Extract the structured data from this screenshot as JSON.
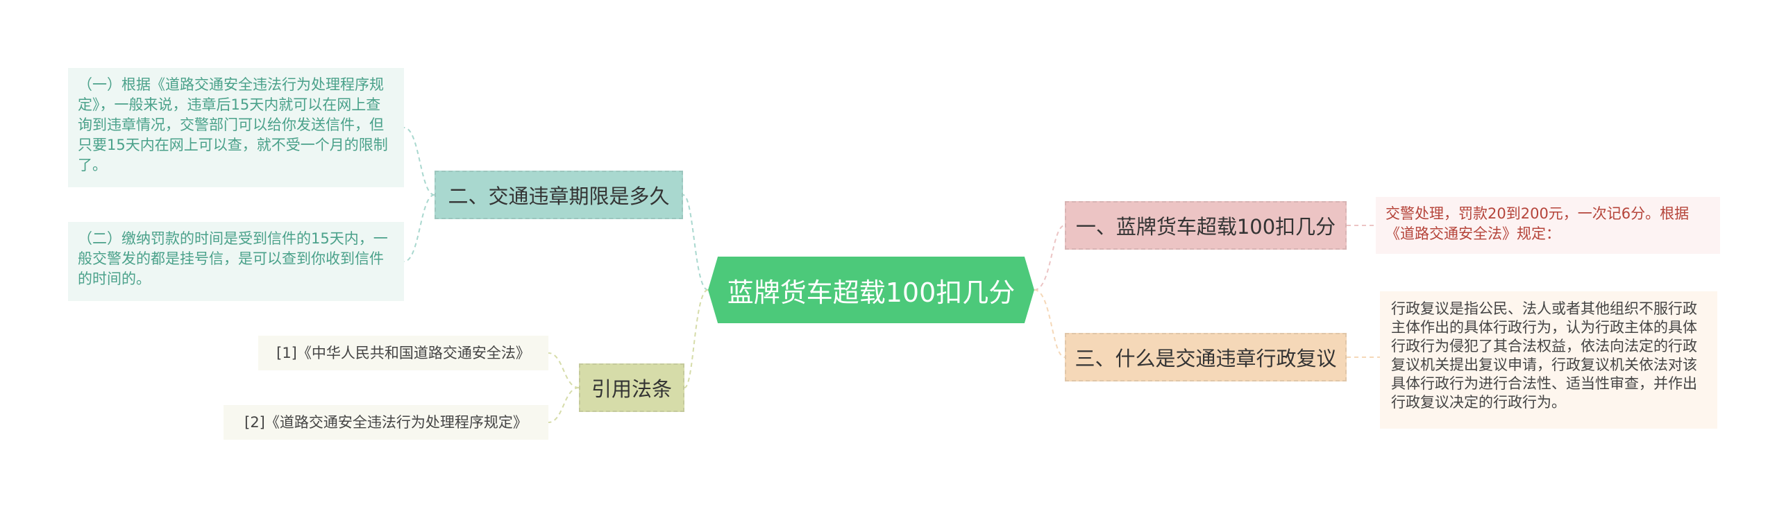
{
  "diagram": {
    "center": "蓝牌货车超载100扣几分",
    "branches": {
      "deadline": {
        "title": "二、交通违章期限是多久",
        "leaves": [
          "（一）根据《道路交通安全违法行为处理程序规定》，一般来说，违章后15天内就可以在网上查询到违章情况，交警部门可以给你发送信件，但只要15天内在网上可以查，就不受一个月的限制了。",
          "（二）缴纳罚款的时间是受到信件的15天内，一般交警发的都是挂号信，是可以查到你收到信件的时间的。"
        ]
      },
      "laws": {
        "title": "引用法条",
        "leaves": [
          "[1]《中华人民共和国道路交通安全法》",
          "[2]《道路交通安全违法行为处理程序规定》"
        ]
      },
      "points": {
        "title": "一、蓝牌货车超载100扣几分",
        "leaves": [
          "交警处理，罚款20到200元，一次记6分。根据《道路交通安全法》规定："
        ]
      },
      "review": {
        "title": "三、什么是交通违章行政复议",
        "leaves": [
          "行政复议是指公民、法人或者其他组织不服行政主体作出的具体行政行为，认为行政主体的具体行政行为侵犯了其合法权益，依法向法定的行政复议机关提出复议申请，行政复议机关依法对该具体行政行为进行合法性、适当性审查，并作出行政复议决定的行政行为。"
        ]
      }
    }
  }
}
